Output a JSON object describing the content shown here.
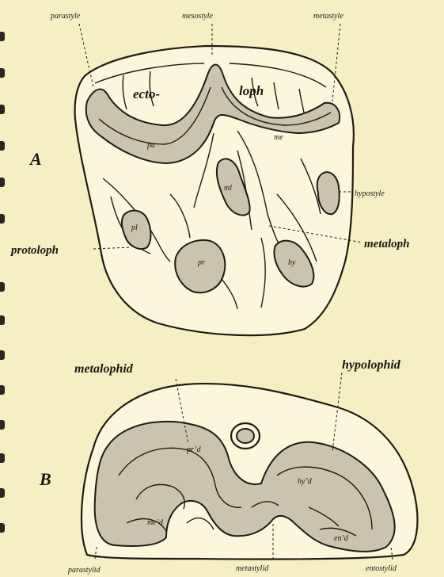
{
  "figure_a": {
    "panel_label": "A",
    "labels": {
      "parastyle": "parastyle",
      "mesostyle": "mesostyle",
      "metastyle": "metastyle",
      "ecto": "ecto-",
      "loph": "loph",
      "hypostyle": "hypostyle",
      "protoloph": "protoloph",
      "metaloph": "metaloph",
      "pa": "pa",
      "me": "me",
      "ml": "ml",
      "pl": "pl",
      "pr": "pr",
      "hy": "hy"
    }
  },
  "figure_b": {
    "panel_label": "B",
    "labels": {
      "metalophid": "metalophid",
      "hypolophid": "hypolophid",
      "prd": "pr’d",
      "hyd": "hy’d",
      "med": "me’d",
      "end": "en’d",
      "parastylid": "parastylid",
      "metastylid": "metastylid",
      "entostylid": "entostylid"
    }
  }
}
